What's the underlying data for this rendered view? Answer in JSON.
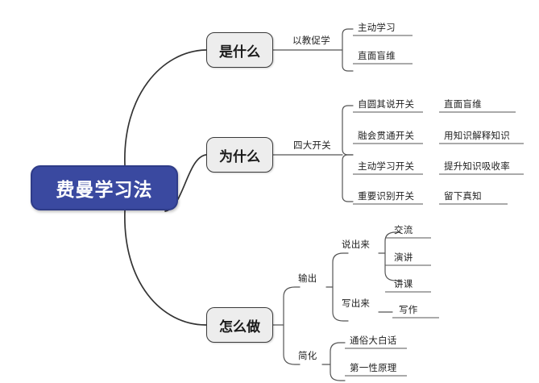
{
  "diagram": {
    "type": "mind-map",
    "title": "费曼学习法",
    "root": {
      "label": "费曼学习法",
      "color": "#3a49a0",
      "text_color": "#ffffff"
    },
    "branch_box_color": "#ededed",
    "line_color": "#333333",
    "branches": [
      {
        "label": "是什么",
        "children": [
          {
            "label": "以教促学",
            "children": [
              {
                "label": "主动学习"
              },
              {
                "label": "直面盲维"
              }
            ]
          }
        ]
      },
      {
        "label": "为什么",
        "children": [
          {
            "label": "四大开关",
            "children": [
              {
                "label": "自圆其说开关",
                "detail": "直面盲维"
              },
              {
                "label": "融会贯通开关",
                "detail": "用知识解释知识"
              },
              {
                "label": "主动学习开关",
                "detail": "提升知识吸收率"
              },
              {
                "label": "重要识别开关",
                "detail": "留下真知"
              }
            ]
          }
        ]
      },
      {
        "label": "怎么做",
        "children": [
          {
            "label": "输出",
            "children": [
              {
                "label": "说出来",
                "children": [
                  {
                    "label": "交流"
                  },
                  {
                    "label": "演讲"
                  },
                  {
                    "label": "讲课"
                  }
                ]
              },
              {
                "label": "写出来",
                "children": [
                  {
                    "label": "写作"
                  }
                ]
              }
            ]
          },
          {
            "label": "简化",
            "children": [
              {
                "label": "通俗大白话"
              },
              {
                "label": "第一性原理"
              }
            ]
          }
        ]
      }
    ]
  },
  "labels": {
    "root": "费曼学习法",
    "b1": "是什么",
    "b1c1": "以教促学",
    "b1c1a": "主动学习",
    "b1c1b": "直面盲维",
    "b2": "为什么",
    "b2c1": "四大开关",
    "sw1": "自圆其说开关",
    "sw1d": "直面盲维",
    "sw2": "融会贯通开关",
    "sw2d": "用知识解释知识",
    "sw3": "主动学习开关",
    "sw3d": "提升知识吸收率",
    "sw4": "重要识别开关",
    "sw4d": "留下真知",
    "b3": "怎么做",
    "out": "输出",
    "say": "说出来",
    "say1": "交流",
    "say2": "演讲",
    "say3": "讲课",
    "write": "写出来",
    "write1": "写作",
    "simp": "简化",
    "simp1": "通俗大白话",
    "simp2": "第一性原理"
  }
}
